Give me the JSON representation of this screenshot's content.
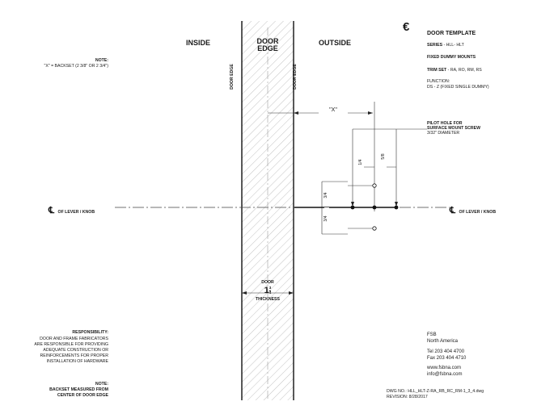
{
  "logo": {
    "glyph": "€"
  },
  "template": {
    "title": "DOOR TEMPLATE",
    "series_label": "SERIES",
    "series_value": "- HLL- HLT",
    "mount": "FIXED DUMMY MOUNTS",
    "trim_label": "TRIM SET",
    "trim_value": "- RA, RO, RM, RS",
    "function_label": "FUNCTION:",
    "function_value": "DS - Z (FIXED SINGLE DUMMY)"
  },
  "headings": {
    "inside": "INSIDE",
    "door_edge_1": "DOOR",
    "door_edge_2": "EDGE",
    "outside": "OUTSIDE",
    "door_edge_vertical": "DOOR EDGE"
  },
  "note_top": {
    "label": "NOTE:",
    "text": "\"X\" = BACKSET (2 3/8\" OR 2 3/4\")"
  },
  "dimensions": {
    "backset": "\"X\"",
    "frac_1": "1/4",
    "frac_2": "5/8",
    "frac_3": "3/4",
    "frac_4": "3/4"
  },
  "pilot": {
    "line1": "PILOT HOLE FOR",
    "line2": "SURFACE MOUNT SCREW",
    "line3": "3/32\" DIAMETER"
  },
  "centerline": {
    "symbol": "℄",
    "label": "OF LEVER / KNOB"
  },
  "thickness": {
    "label_top": "DOOR",
    "whole": "1",
    "frac_num": "3",
    "frac_den": "4",
    "label_bottom": "THICKNESS"
  },
  "responsibility": {
    "title": "RESPONSIBILITY:",
    "lines": [
      "DOOR AND FRAME FABRICATORS",
      "ARE RESPONSIBLE FOR PROVIDING",
      "ADEQUATE CONSTRUCTION OR",
      "REINFORCEMENTS FOR PROPER",
      "INSTALLATION OF HARDWARE"
    ]
  },
  "note_bottom": {
    "label": "NOTE:",
    "line1": "BACKSET MEASURED FROM",
    "line2": "CENTER OF DOOR EDGE"
  },
  "company": {
    "name": "FSB",
    "region": "North America",
    "tel": "Tel 203 404 4700",
    "fax": "Fax 203 404 4710",
    "web": "www.fsbna.com",
    "email": "info@fsbna.com"
  },
  "drawing": {
    "number": "DWG NO.: HLL_HLT-Z-RA_RB_RC_RM-1_3_4.dwg",
    "revision": "REVISION: 8/28/2017"
  }
}
